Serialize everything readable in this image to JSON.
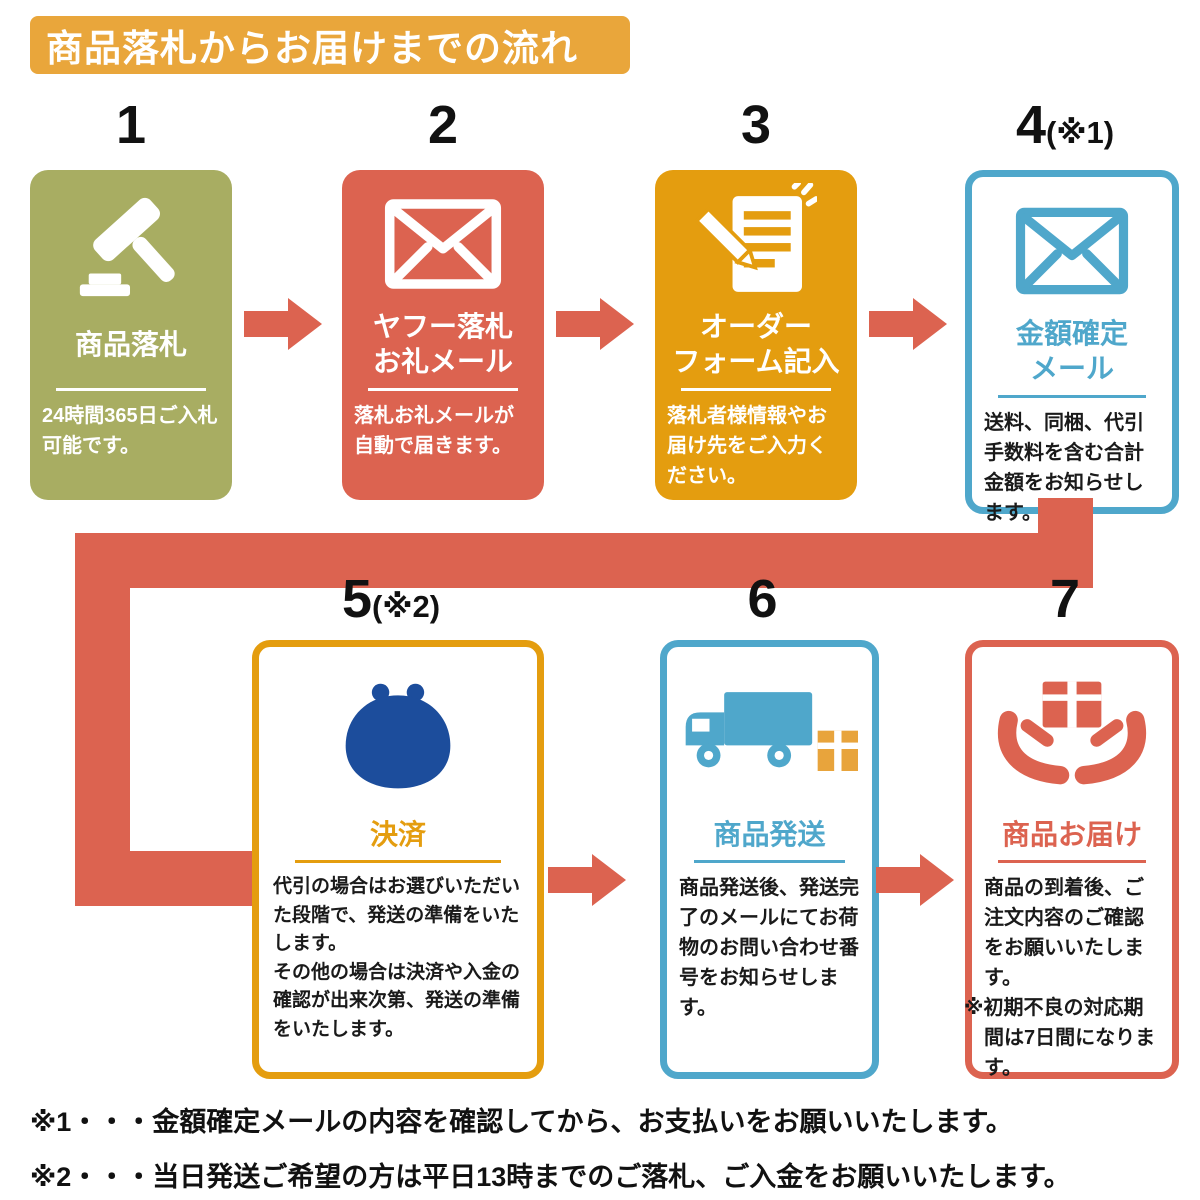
{
  "header": {
    "title": "商品落札からお届けまでの流れ"
  },
  "steps": [
    {
      "number": "1",
      "number_note": "",
      "title": "商品落札",
      "body": "24時間365日ご入札可能です。",
      "icon": "gavel-icon",
      "color": "#A8AD62",
      "style": "solid-fill"
    },
    {
      "number": "2",
      "number_note": "",
      "title": "ヤフー落札\nお礼メール",
      "body": "落札お礼メールが自動で届きます。",
      "icon": "mail-icon",
      "color": "#DC6350",
      "style": "solid-fill"
    },
    {
      "number": "3",
      "number_note": "",
      "title": "オーダー\nフォーム記入",
      "body": "落札者様情報やお届け先をご入力ください。",
      "icon": "order-form-icon",
      "color": "#E49D0F",
      "style": "solid-fill"
    },
    {
      "number": "4",
      "number_note": "(※1)",
      "title": "金額確定\nメール",
      "body": "送料、同梱、代引手数料を含む合計金額をお知らせします。",
      "icon": "mail-icon",
      "color": "#4FA7CB",
      "style": "outlined"
    },
    {
      "number": "5",
      "number_note": "(※2)",
      "title": "決済",
      "body": "代引の場合はお選びいただいた段階で、発送の準備をいたします。\nその他の場合は決済や入金の確認が出来次第、発送の準備をいたします。",
      "icon": "coin-purse-icon",
      "color": "#E49D0F",
      "style": "outlined"
    },
    {
      "number": "6",
      "number_note": "",
      "title": "商品発送",
      "body": "商品発送後、発送完了のメールにてお荷物のお問い合わせ番号をお知らせします。",
      "icon": "delivery-truck-icon",
      "color": "#4FA7CB",
      "style": "outlined"
    },
    {
      "number": "7",
      "number_note": "",
      "title": "商品お届け",
      "body": "商品の到着後、ご注文内容のご確認をお願いいたします。",
      "body_note": "※初期不良の対応期間は7日間になります。",
      "icon": "hands-package-icon",
      "color": "#DC6350",
      "style": "outlined"
    }
  ],
  "footnotes": [
    "※1・・・金額確定メールの内容を確認してから、お支払いをお願いいたします。",
    "※2・・・当日発送ご希望の方は平日13時までのご落札、ご入金をお願いいたします。"
  ],
  "colors": {
    "header_bg": "#E9A63B",
    "step1_olive": "#A8AD62",
    "red": "#DC6350",
    "orange": "#E49D0F",
    "blue": "#4FA7CB",
    "purse_navy": "#1C4D9C",
    "package_amber": "#E8A43C",
    "text": "#111111"
  }
}
